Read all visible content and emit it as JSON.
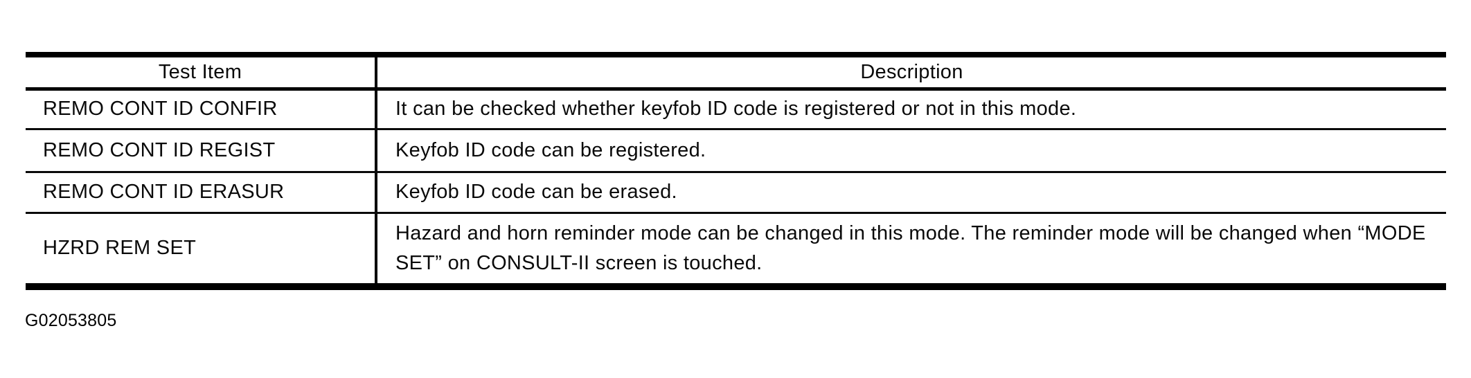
{
  "table": {
    "headers": [
      "Test Item",
      "Description"
    ],
    "rows": [
      {
        "test_item": "REMO CONT ID CONFIR",
        "description": "It can be checked whether keyfob ID code is registered or not in this mode."
      },
      {
        "test_item": "REMO CONT ID REGIST",
        "description": "Keyfob ID code can be registered."
      },
      {
        "test_item": "REMO CONT ID ERASUR",
        "description": "Keyfob ID code can be erased."
      },
      {
        "test_item": "HZRD REM SET",
        "description": "Hazard and horn reminder mode can be changed in this mode. The reminder mode will be changed when “MODE SET” on CONSULT-II screen is touched."
      }
    ],
    "figure_id": "G02053805"
  },
  "colors": {
    "ink": "#000000",
    "paper": "#ffffff"
  }
}
